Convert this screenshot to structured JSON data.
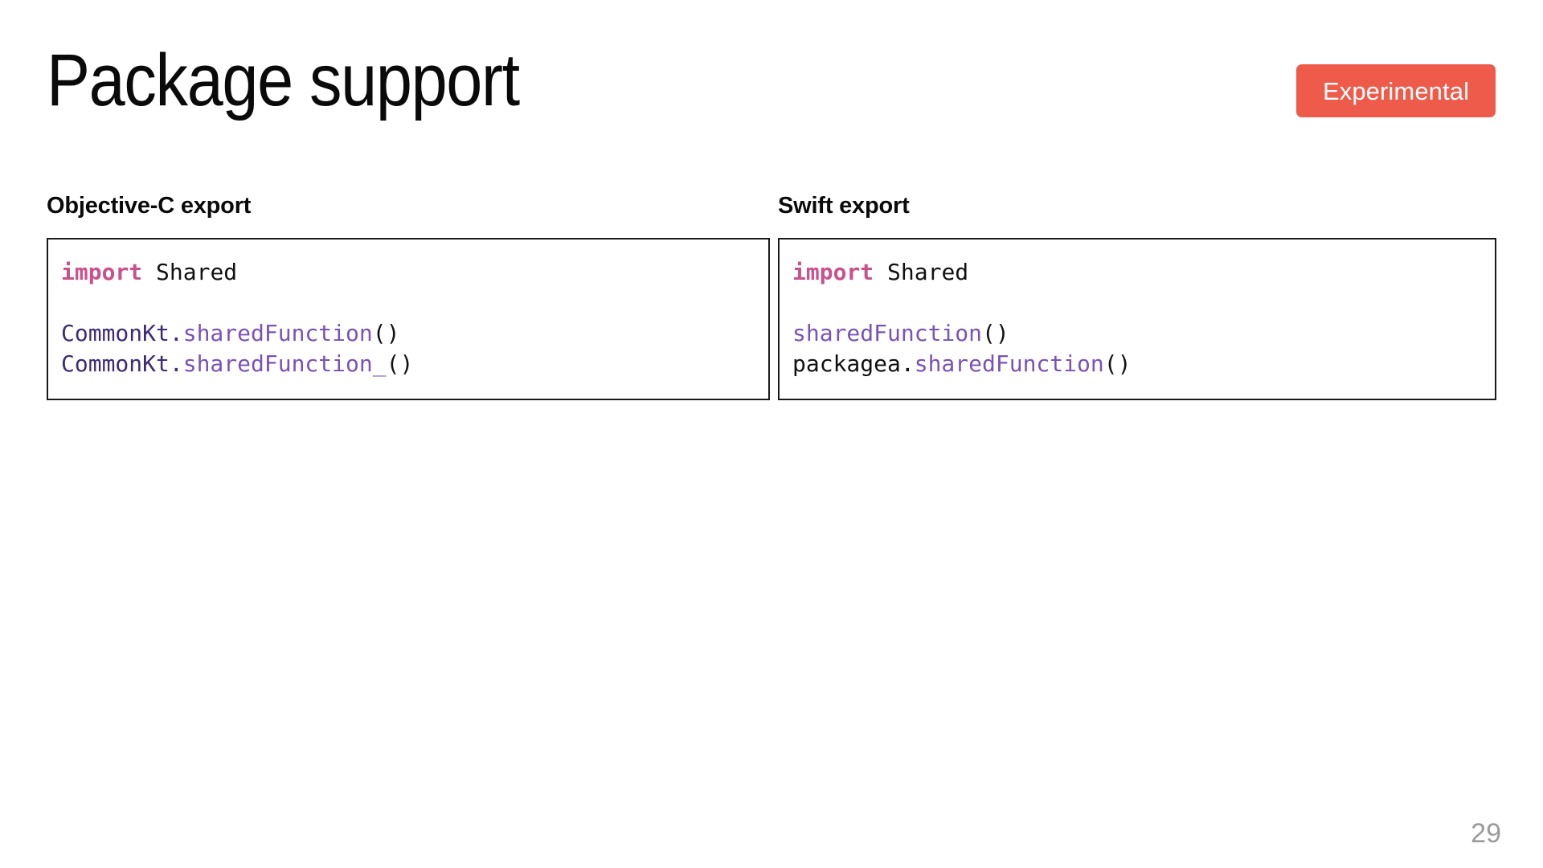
{
  "slide": {
    "title": "Package support",
    "page_number": "29",
    "badge": {
      "label": "Experimental",
      "background_color": "#ee5b4a",
      "text_color": "#ffffff"
    }
  },
  "syntax_colors": {
    "keyword": "#c9518e",
    "receiver": "#3d2b78",
    "function": "#7b52b5",
    "plain": "#111111"
  },
  "columns": [
    {
      "heading": "Objective-C export",
      "code": {
        "line1_keyword": "import",
        "line1_module": " Shared",
        "line2_blank": "",
        "line3_receiver": "CommonKt.",
        "line3_function": "sharedFunction",
        "line3_punct": "()",
        "line4_receiver": "CommonKt.",
        "line4_function": "sharedFunction_",
        "line4_punct": "()"
      }
    },
    {
      "heading": "Swift export",
      "code": {
        "line1_keyword": "import",
        "line1_module": " Shared",
        "line2_blank": "",
        "line3_receiver": "",
        "line3_function": "sharedFunction",
        "line3_punct": "()",
        "line4_receiver": "packagea.",
        "line4_function": "sharedFunction",
        "line4_punct": "()"
      }
    }
  ]
}
